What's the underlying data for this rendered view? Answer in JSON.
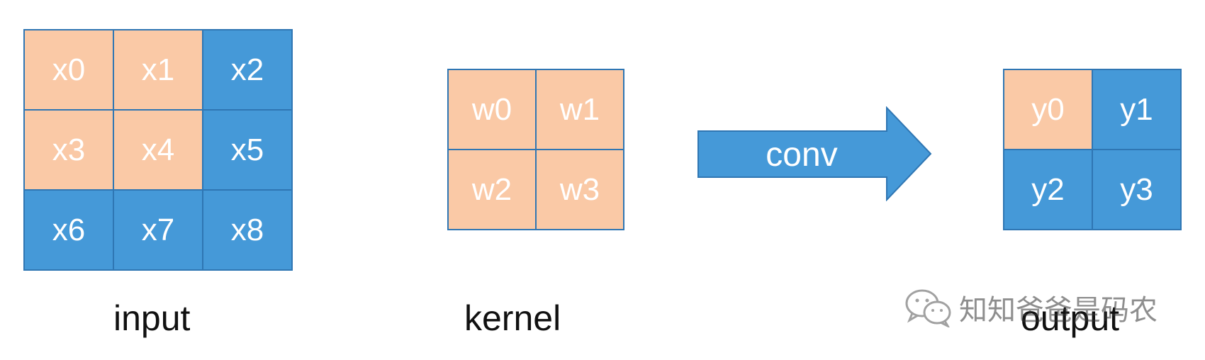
{
  "input": {
    "caption": "input",
    "cells": [
      {
        "label": "x0",
        "highlight": true
      },
      {
        "label": "x1",
        "highlight": true
      },
      {
        "label": "x2",
        "highlight": false
      },
      {
        "label": "x3",
        "highlight": true
      },
      {
        "label": "x4",
        "highlight": true
      },
      {
        "label": "x5",
        "highlight": false
      },
      {
        "label": "x6",
        "highlight": false
      },
      {
        "label": "x7",
        "highlight": false
      },
      {
        "label": "x8",
        "highlight": false
      }
    ]
  },
  "kernel": {
    "caption": "kernel",
    "cells": [
      {
        "label": "w0",
        "highlight": true
      },
      {
        "label": "w1",
        "highlight": true
      },
      {
        "label": "w2",
        "highlight": true
      },
      {
        "label": "w3",
        "highlight": true
      }
    ]
  },
  "arrow": {
    "label": "conv"
  },
  "output": {
    "caption": "output",
    "cells": [
      {
        "label": "y0",
        "highlight": true
      },
      {
        "label": "y1",
        "highlight": false
      },
      {
        "label": "y2",
        "highlight": false
      },
      {
        "label": "y3",
        "highlight": false
      }
    ]
  },
  "watermark": {
    "text": "知知爸爸是码农",
    "icon": "wechat-icon"
  },
  "colors": {
    "highlight": "#fac9a6",
    "blue": "#4599d8",
    "border": "#2f76b3",
    "cell_text": "#ffffff"
  }
}
